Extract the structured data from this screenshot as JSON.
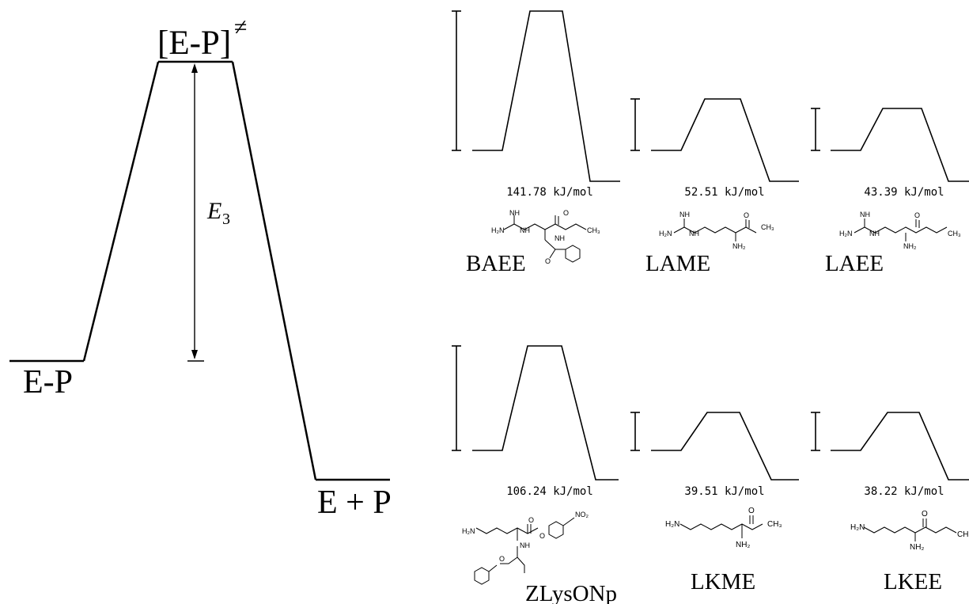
{
  "main_diagram": {
    "ts_label": "[E-P]",
    "ts_superscript": "≠",
    "barrier_label": "E",
    "barrier_subscript": "3",
    "reactant_label": "E-P",
    "product_label": "E + P"
  },
  "panels": [
    {
      "name": "BAEE",
      "energy": "141.78 kJ/mol",
      "structure_text": {
        "nh": "NH",
        "h2n": "H₂N",
        "nh2": "NH",
        "o": "O",
        "ch3": "CH₃",
        "amide_nh": "NH",
        "amide_o": "O"
      }
    },
    {
      "name": "LAME",
      "energy": "52.51 kJ/mol",
      "structure_text": {
        "nh": "NH",
        "h2n": "H₂N",
        "nh2": "NH",
        "o": "O",
        "ch3": "CH₃",
        "alpha_nh2": "NH₂"
      }
    },
    {
      "name": "LAEE",
      "energy": "43.39 kJ/mol",
      "structure_text": {
        "nh": "NH",
        "h2n": "H₂N",
        "nh2": "NH",
        "o": "O",
        "ch3": "CH₃",
        "alpha_nh2": "NH₂"
      }
    },
    {
      "name": "ZLysONp",
      "energy": "106.24 kJ/mol",
      "structure_text": {
        "h2n": "H₂N",
        "o": "O",
        "no2": "NO₂",
        "nh": "NH",
        "o2": "O",
        "o3": "O"
      }
    },
    {
      "name": "LKME",
      "energy": "39.51 kJ/mol",
      "structure_text": {
        "h2n": "H₂N",
        "o": "O",
        "ch3": "CH₃",
        "alpha_nh2": "NH₂"
      }
    },
    {
      "name": "LKEE",
      "energy": "38.22 kJ/mol",
      "structure_text": {
        "h2n": "H₂N",
        "o": "O",
        "ch3": "CH",
        "alpha_nh2": "NH₂"
      }
    }
  ]
}
